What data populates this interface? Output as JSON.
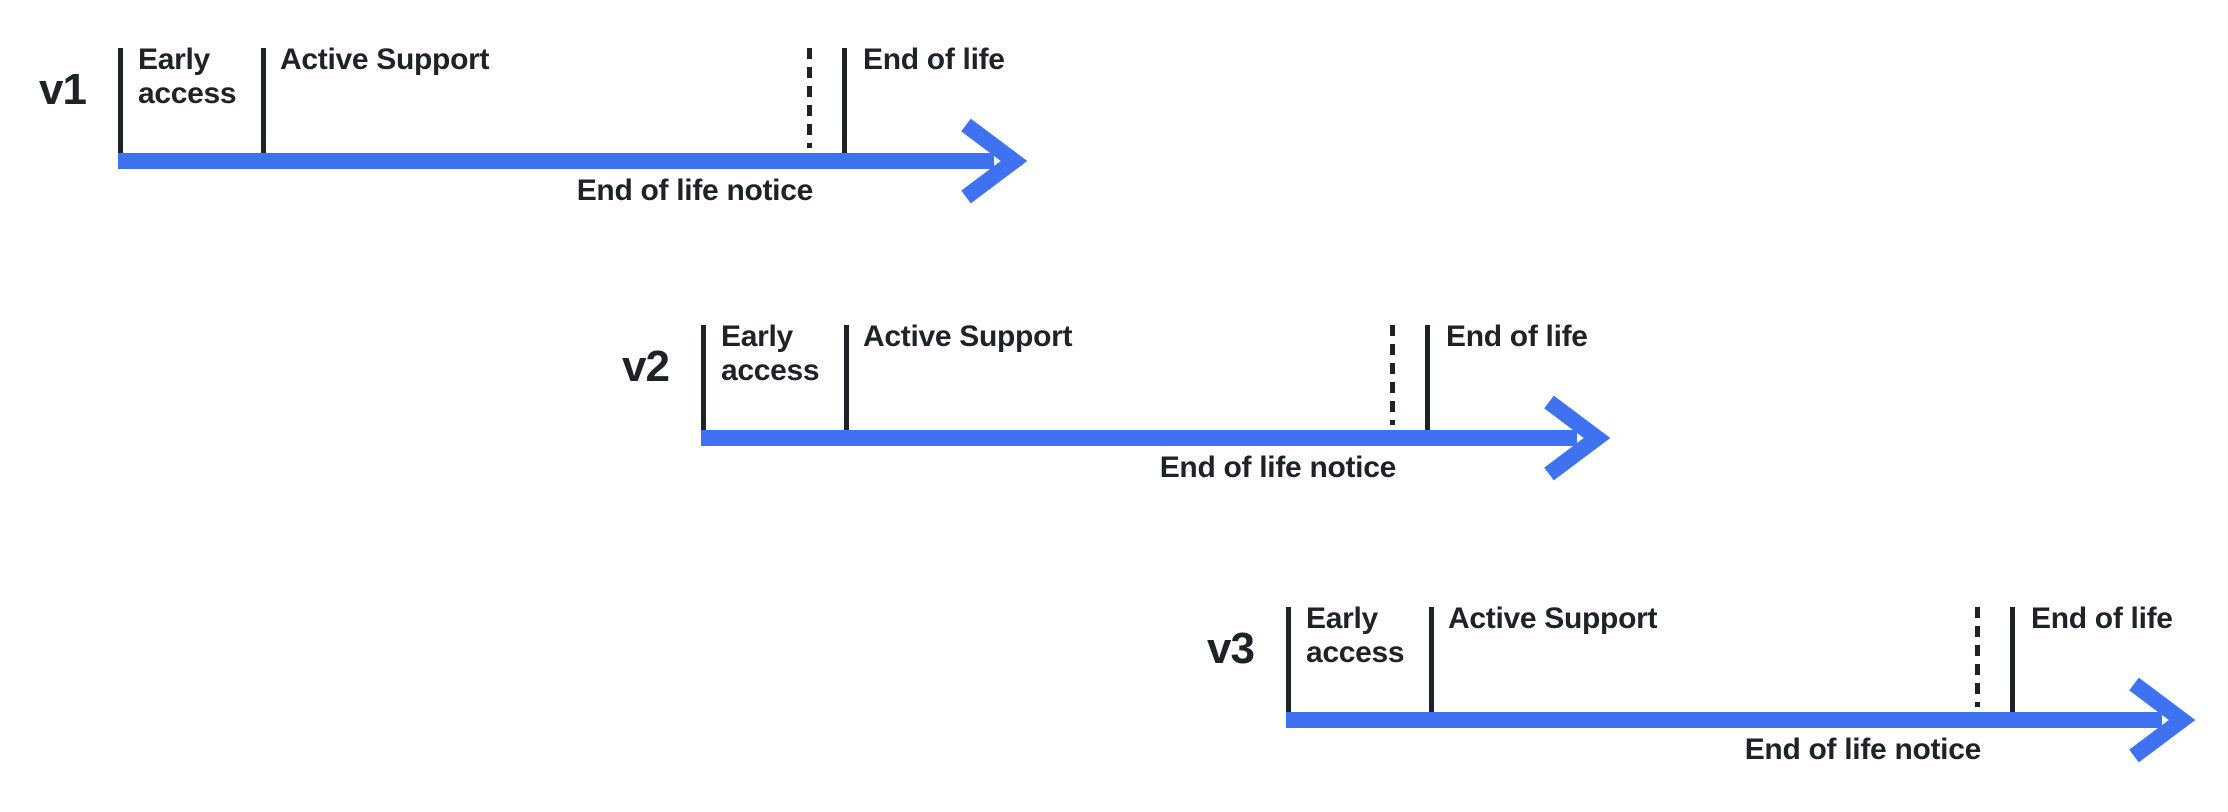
{
  "diagram": {
    "colors": {
      "arrow": "#3e72f0",
      "line": "#1f2329",
      "text": "#1f2329",
      "background": "#ffffff"
    },
    "timelines": [
      {
        "version": "v1",
        "early_access_label": "Early access",
        "active_support_label": "Active Support",
        "end_of_life_label": "End of life",
        "eol_notice_label": "End of life notice"
      },
      {
        "version": "v2",
        "early_access_label": "Early access",
        "active_support_label": "Active Support",
        "end_of_life_label": "End of life",
        "eol_notice_label": "End of life notice"
      },
      {
        "version": "v3",
        "early_access_label": "Early access",
        "active_support_label": "Active Support",
        "end_of_life_label": "End of life",
        "eol_notice_label": "End of life notice"
      }
    ]
  }
}
